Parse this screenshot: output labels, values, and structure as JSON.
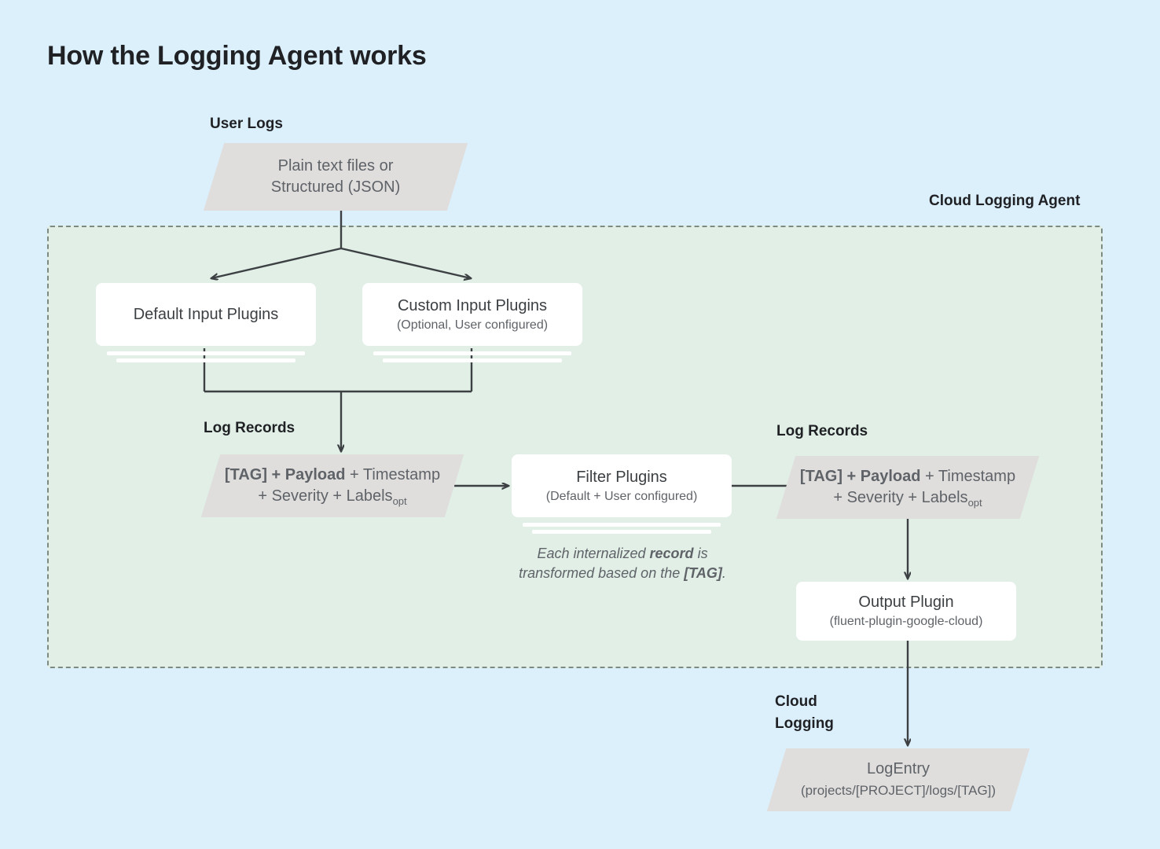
{
  "page": {
    "title": "How the Logging Agent works",
    "background_color": "#dcf0fc",
    "panel_color": "#e1efe7",
    "node_gray": "#dfdedd",
    "card_white": "#ffffff",
    "line_color": "#3c4043"
  },
  "labels": {
    "user_logs": "User Logs",
    "cloud_logging_agent": "Cloud Logging Agent",
    "log_records_left": "Log Records",
    "log_records_right": "Log Records",
    "cloud_logging": "Cloud\nLogging"
  },
  "nodes": {
    "user_logs_source": {
      "shape": "parallelogram",
      "line1": "Plain text files or",
      "line2": "Structured (JSON)"
    },
    "default_input_plugins": {
      "shape": "card-stack",
      "title": "Default Input Plugins",
      "subtitle": ""
    },
    "custom_input_plugins": {
      "shape": "card-stack",
      "title": "Custom Input Plugins",
      "subtitle": "(Optional, User configured)"
    },
    "log_record_left": {
      "shape": "parallelogram",
      "bold_part": "[TAG] + Payload",
      "rest_line1": " + Timestamp",
      "line2": "+ Severity + Labels",
      "subscript": "opt"
    },
    "filter_plugins": {
      "shape": "card-stack",
      "title": "Filter Plugins",
      "subtitle": "(Default + User configured)"
    },
    "log_record_right": {
      "shape": "parallelogram",
      "bold_part": "[TAG] + Payload",
      "rest_line1": " + Timestamp",
      "line2": "+ Severity + Labels",
      "subscript": "opt"
    },
    "output_plugin": {
      "shape": "card",
      "title": "Output Plugin",
      "subtitle": "(fluent-plugin-google-cloud)"
    },
    "log_entry": {
      "shape": "parallelogram",
      "title": "LogEntry",
      "subtitle": "(projects/[PROJECT]/logs/[TAG])"
    }
  },
  "caption": {
    "text_part1": "Each internalized ",
    "bold1": "record",
    "text_part2": " is transformed based on the ",
    "bold2": "[TAG]",
    "text_part3": "."
  }
}
